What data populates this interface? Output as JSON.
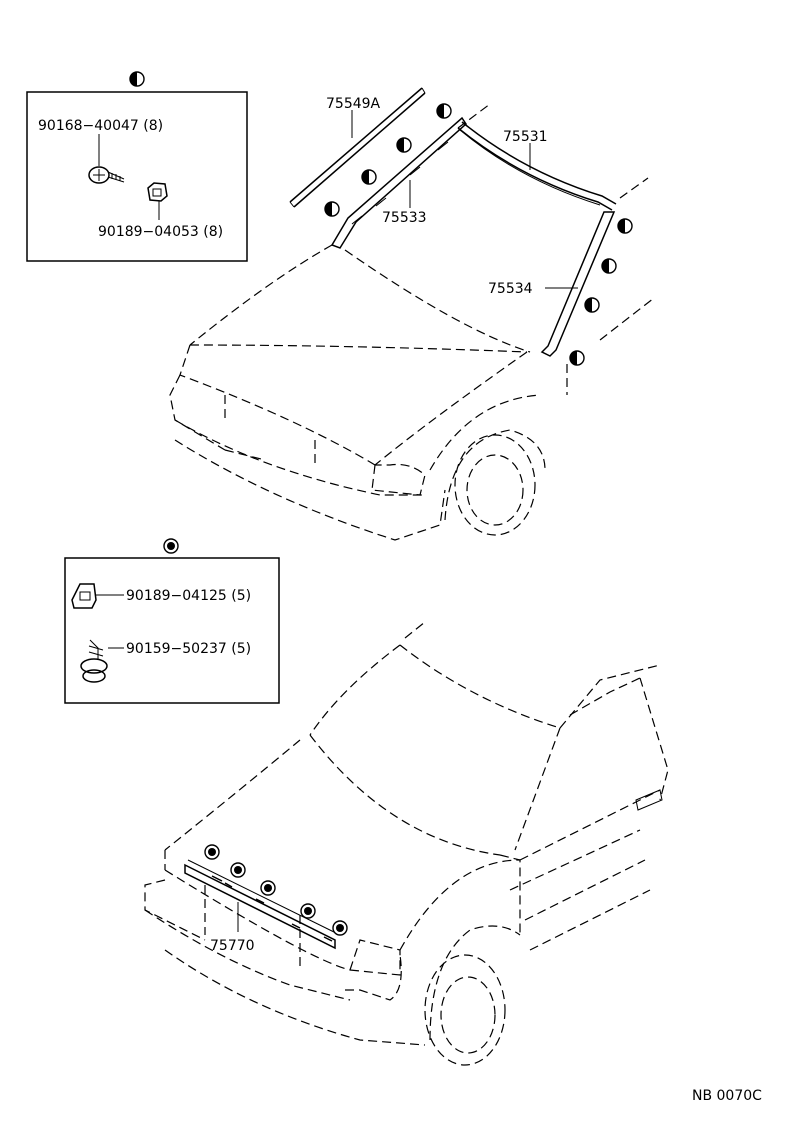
{
  "labels": {
    "part_75549a": "75549A",
    "part_75531": "75531",
    "part_75533": "75533",
    "part_75534": "75534",
    "part_75770": "75770",
    "screw_90168": "90168−40047 (8)",
    "clip_90189_04053": "90189−04053 (8)",
    "clip_90189_04125": "90189−04125 (5)",
    "screw_90159": "90159−50237 (5)",
    "figure_code": "NB  0070C"
  },
  "symbols": {
    "upper": "half-filled-circle-icon",
    "lower": "bullseye-circle-icon"
  }
}
